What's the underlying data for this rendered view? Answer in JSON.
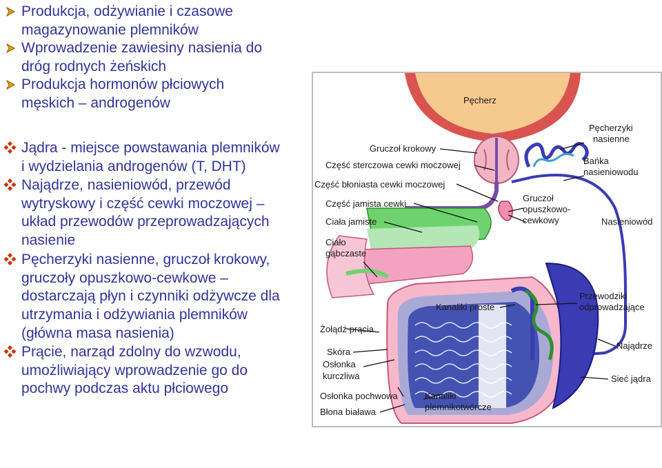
{
  "arrow_bullets": [
    {
      "lines": [
        "Produkcja, odżywianie i czasowe",
        "magazynowanie plemników"
      ]
    },
    {
      "lines": [
        "Wprowadzenie zawiesiny nasienia do",
        "dróg rodnych żeńskich"
      ]
    },
    {
      "lines": [
        "Produkcja hormonów płciowych",
        "męskich – androgenów"
      ]
    }
  ],
  "diamond_bullets": [
    {
      "lines": [
        "Jądra - miejsce powstawania plemników",
        "i wydzielania androgenów  (T, DHT)"
      ]
    },
    {
      "lines": [
        "Najądrze, nasieniowód, przewód",
        "wytryskowy i część cewki moczowej –",
        "układ przewodów przeprowadzających",
        "nasienie"
      ]
    },
    {
      "lines": [
        "Pęcherzyki nasienne, gruczoł krokowy,",
        "gruczoły opuszkowo-cewkowe –",
        "dostarczają płyn i czynniki odżywcze dla",
        "utrzymania i odżywiania plemników",
        "(główna masa nasienia)"
      ]
    },
    {
      "lines": [
        "Prącie, narząd zdolny do wzwodu,",
        "umożliwiający wprowadzenie go do",
        "pochwy podczas aktu płciowego"
      ]
    }
  ],
  "figure_labels": {
    "pecherz": "Pęcherz",
    "pecherzyki_1": "Pęcherzyki",
    "pecherzyki_2": "nasienne",
    "gruczol_krokowy": "Gruczoł krokowy",
    "banka_1": "Bańka",
    "banka_2": "nasieniowodu",
    "czesc_sterczowa": "Część sterczowa cewki moczowej",
    "czesc_bloniasta": "Część błoniasta cewki moczowej",
    "czesc_jamista": "Część jamista cewki",
    "gruczol_opusz_1": "Gruczoł",
    "gruczol_opusz_2": "opuszkowo-",
    "gruczol_opusz_3": "cewkowy",
    "ciala_jamiste": "Ciała jamiste",
    "nasieniowod": "Nasieniowód",
    "cialo_1": "Ciało",
    "cialo_2": "gąbczaste",
    "przewodziki_1": "Przewodziki",
    "przewodziki_2": "odprowadzające",
    "kanaliki_proste": "Kanaliki proste",
    "zoladz": "Żołądź prącia",
    "najadrze": "Najądrze",
    "skora": "Skóra",
    "oslonka_kurczliwa_1": "Osłonka",
    "oslonka_kurczliwa_2": "kurczliwa",
    "siec_jadra": "Sieć jądra",
    "oslonka_pochwowa": "Osłonka pochwowa",
    "kanaliki_plem_1": "Kanaliki",
    "kanaliki_plem_2": "plemnikotwórcze",
    "blona_biala": "Błona biaława"
  },
  "colors": {
    "text_blue": "#333399",
    "arrow_bullet": "#e8a317",
    "diamond_bullet": "#cc3300",
    "bladder": "#f6c98f",
    "bladder_wall": "#d9534f",
    "urethra": "#7a4aa8",
    "vas": "#3b3bb3",
    "erectile": "#6ed36e",
    "spongy": "#f3a3c0",
    "testis_tubules": "#3344aa"
  }
}
